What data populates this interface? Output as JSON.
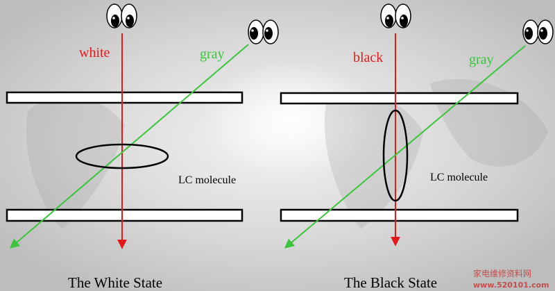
{
  "colors": {
    "vertical_ray": "#e21a1a",
    "diagonal_ray": "#3cc43c",
    "outline": "#000000",
    "background_light": "#f3f3f3",
    "background_dark": "#bdbdbd"
  },
  "panels": [
    {
      "state_caption": "The White State",
      "vertical_ray_label": "white",
      "diagonal_ray_label": "gray",
      "molecule_label": "LC molecule",
      "molecule_orientation": "horizontal"
    },
    {
      "state_caption": "The Black State",
      "vertical_ray_label": "black",
      "diagonal_ray_label": "gray",
      "molecule_label": "LC molecule",
      "molecule_orientation": "vertical"
    }
  ],
  "watermark": {
    "text": "家电维修资料网",
    "url": "www.520101.com"
  }
}
